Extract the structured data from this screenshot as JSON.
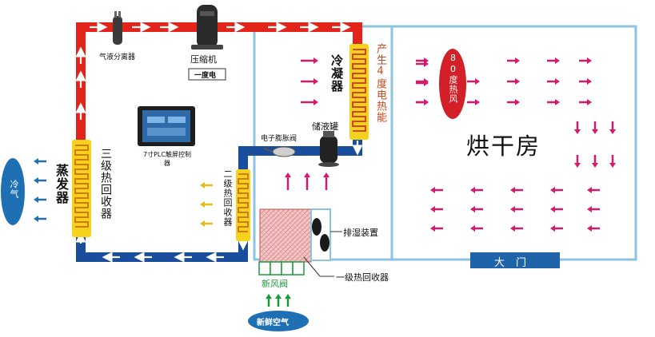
{
  "components": {
    "gas_liquid_separator": "气液分离器",
    "compressor": "压缩机",
    "compressor_plate": "一度电",
    "condenser": "冷凝器",
    "condenser_note": "产生4度电热能",
    "plc_controller": "7寸PLC触屏控制器",
    "expansion_valve": "电子膨胀阀",
    "receiver": "储液罐",
    "evaporator": "蒸发器",
    "recovery3": "三级热回收器",
    "recovery2": "二级热回收器",
    "recovery1": "一级热回收器",
    "dehumidifier": "排湿装置",
    "fresh_valve": "新风阀",
    "fresh_air": "新鲜空气",
    "cold_air": "冷气",
    "hot_air": "80度热风",
    "drying_room": "烘干房",
    "door": "大门"
  },
  "colors": {
    "hot_pipe": "#e3241b",
    "cold_pipe": "#1a4e9c",
    "coil": "#f6d21c",
    "room_border": "#8cc4e0",
    "arrow_magenta": "#d6196b",
    "arrow_blue": "#1f6fb5",
    "arrow_yellow": "#e8b81c",
    "arrow_green": "#1a9a3a"
  }
}
